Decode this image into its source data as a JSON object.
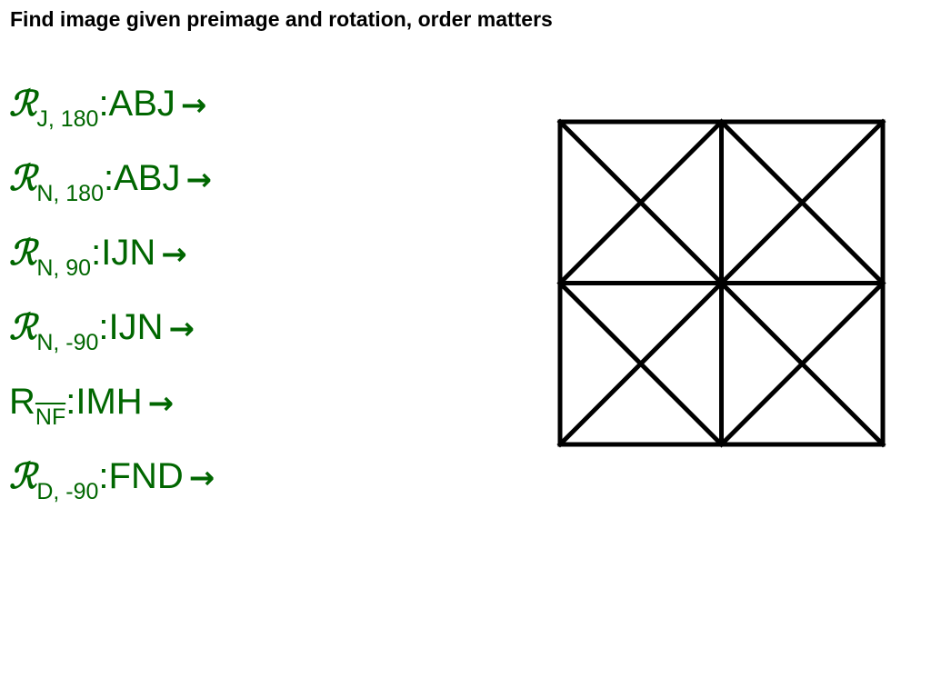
{
  "title": "Find image given preimage and rotation, order matters",
  "colors": {
    "text": "#006600",
    "title": "#000000",
    "grid": "#000000"
  },
  "rows": [
    {
      "symbol": "ℛ",
      "sub": "J, 180",
      "sub_overline": false,
      "text": ":ABJ",
      "arrow": "→"
    },
    {
      "symbol": "ℛ",
      "sub": "N, 180",
      "sub_overline": false,
      "text": ":ABJ",
      "arrow": "→"
    },
    {
      "symbol": "ℛ",
      "sub": "N, 90",
      "sub_overline": false,
      "text": ":IJN",
      "arrow": "→"
    },
    {
      "symbol": "ℛ",
      "sub": "N, -90",
      "sub_overline": false,
      "text": ":IJN",
      "arrow": "→"
    },
    {
      "symbol": "R",
      "sub": "NF",
      "sub_overline": true,
      "text": ":IMH",
      "arrow": "→"
    },
    {
      "symbol": "ℛ",
      "sub": "D, -90",
      "sub_overline": false,
      "text": ":FND",
      "arrow": "→"
    }
  ],
  "figure": {
    "icon": "square-grid-with-diagonals-icon"
  }
}
